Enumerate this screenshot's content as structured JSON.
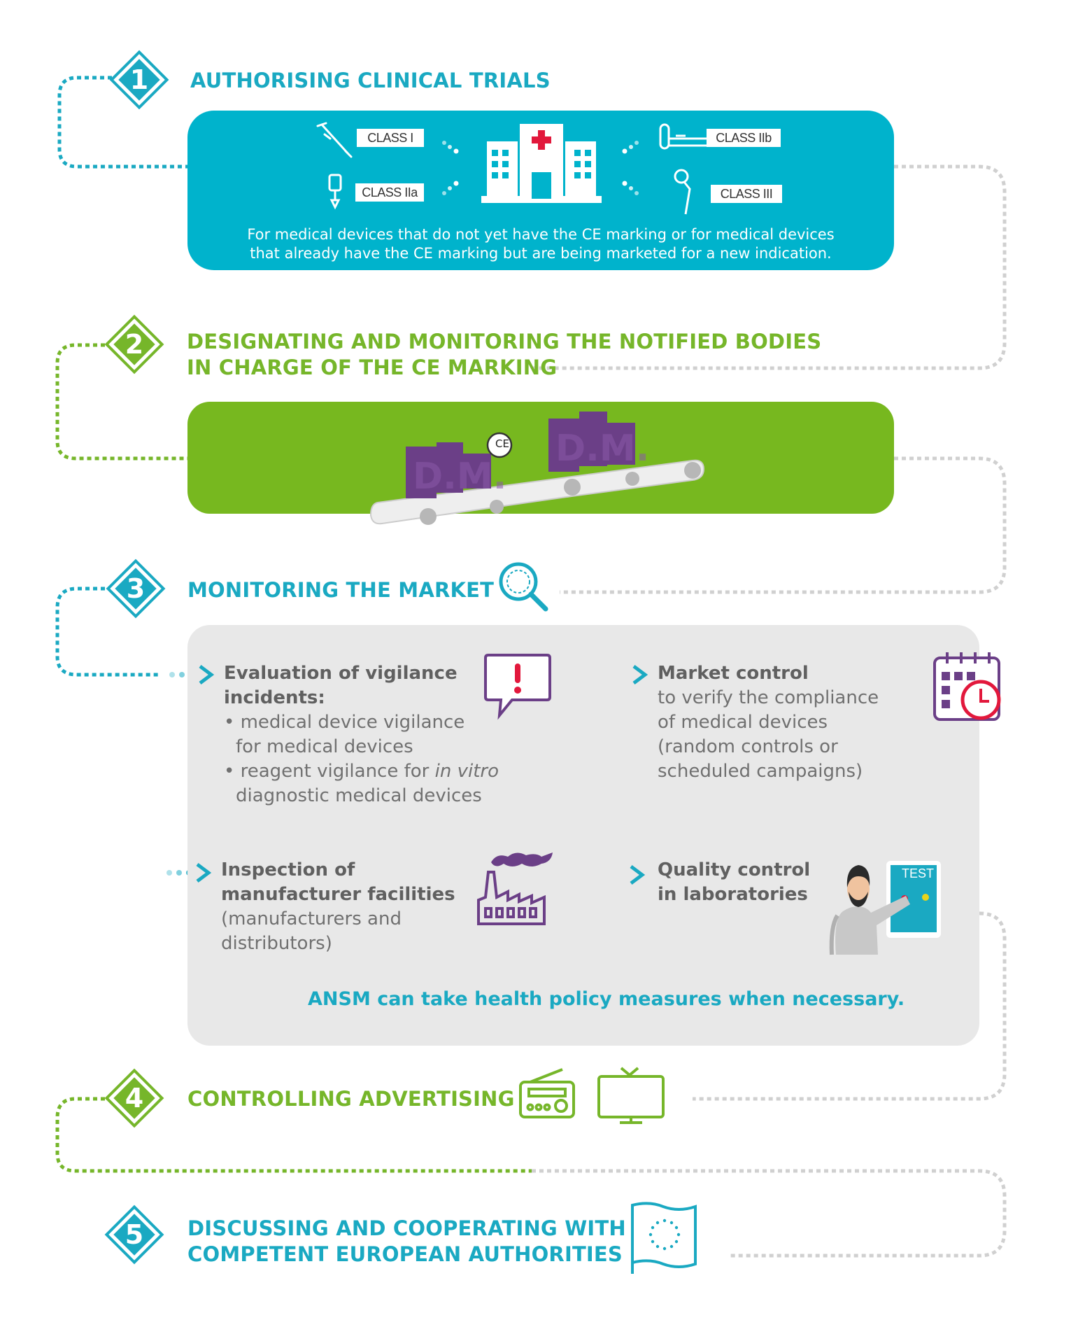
{
  "steps": [
    {
      "number": "1",
      "title": "AUTHORISING CLINICAL TRIALS"
    },
    {
      "number": "2",
      "title_line1": "DESIGNATING AND MONITORING THE NOTIFIED BODIES",
      "title_line2": "IN CHARGE OF THE CE MARKING"
    },
    {
      "number": "3",
      "title": "MONITORING THE MARKET"
    },
    {
      "number": "4",
      "title": "CONTROLLING ADVERTISING"
    },
    {
      "number": "5",
      "title_line1": "DISCUSSING AND COOPERATING WITH",
      "title_line2": "COMPETENT EUROPEAN AUTHORITIES"
    }
  ],
  "clinical_trials": {
    "classes": [
      "CLASS I",
      "CLASS IIa",
      "CLASS IIb",
      "CLASS III"
    ],
    "note_line1": "For medical devices that do not yet have the CE marking or for medical devices",
    "note_line2": "that already have the CE marking but are being marketed for a new indication."
  },
  "notified_bodies": {
    "box_label": "D.M.",
    "ce_mark": "CE"
  },
  "market": {
    "vigilance": {
      "title_line1": "Evaluation of vigilance",
      "title_line2": "incidents:",
      "bullet1_line1": "• medical device vigilance",
      "bullet1_line2": "for medical devices",
      "bullet2_prefix": "• reagent vigilance for ",
      "bullet2_italic": "in vitro",
      "bullet2_line2": "diagnostic medical devices"
    },
    "market_control": {
      "title": "Market control",
      "line1": "to verify the compliance",
      "line2": "of medical devices",
      "line3": "(random controls or",
      "line4": "scheduled campaigns)"
    },
    "inspection": {
      "title_line1": "Inspection of",
      "title_line2": "manufacturer facilities",
      "line1": "(manufacturers and",
      "line2": "distributors)"
    },
    "quality": {
      "title_line1": "Quality control",
      "title_line2": "in laboratories",
      "screen_label": "TEST"
    },
    "policy": "ANSM can take health policy measures when necessary."
  },
  "colors": {
    "teal": "#00b3cc",
    "green": "#77b81f",
    "purple": "#6b3f87",
    "grey_panel": "#e8e8e8",
    "red": "#e2183c"
  },
  "icons": [
    "crutch-icon",
    "iv-drip-icon",
    "bed-icon",
    "hip-implant-icon",
    "hospital-icon",
    "conveyor-belt-icon",
    "magnifier-icon",
    "alert-bubble-icon",
    "calendar-clock-icon",
    "factory-icon",
    "technician-icon",
    "radio-icon",
    "tv-icon",
    "eu-flag-icon"
  ]
}
